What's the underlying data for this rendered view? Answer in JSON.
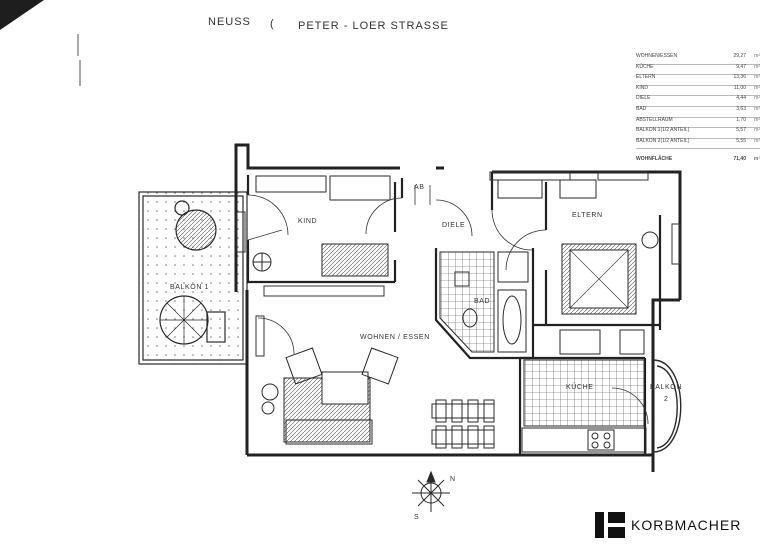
{
  "header": {
    "city": "NEUSS",
    "street": "PETER - LOER  STRASSE"
  },
  "area_table": {
    "rows": [
      {
        "name": "Wohnen/Essen",
        "value": "29,27",
        "unit": "m²"
      },
      {
        "name": "Küche",
        "value": "9,47",
        "unit": "m²"
      },
      {
        "name": "Eltern",
        "value": "13,36",
        "unit": "m²"
      },
      {
        "name": "Kind",
        "value": "11,00",
        "unit": "m²"
      },
      {
        "name": "Diele",
        "value": "4,44",
        "unit": "m²"
      },
      {
        "name": "Bad",
        "value": "3,63",
        "unit": "m²"
      },
      {
        "name": "Abstellraum",
        "value": "1,70",
        "unit": "m²"
      },
      {
        "name": "Balkon 1(1/2 Anteil)",
        "value": "5,57",
        "unit": "m²"
      },
      {
        "name": "Balkon 2(1/2 Anteil)",
        "value": "5,55",
        "unit": "m²"
      }
    ],
    "total": {
      "name": "Wohnfläche",
      "value": "71,40",
      "unit": "m²"
    }
  },
  "rooms": {
    "kind": "KIND",
    "ab": "AB",
    "diele": "DIELE",
    "eltern": "ELTERN",
    "bad": "BAD",
    "wohnen": "WOHNEN / ESSEN",
    "kuche": "KÜCHE",
    "balkon1": "BALKON 1",
    "balkon2": "BALKON",
    "balkon2_num": "2"
  },
  "compass": {
    "north": "N",
    "south": "S"
  },
  "logo": {
    "text": "KORBMACHER"
  },
  "colors": {
    "ink": "#2a2a2a",
    "paper": "#ffffff"
  }
}
